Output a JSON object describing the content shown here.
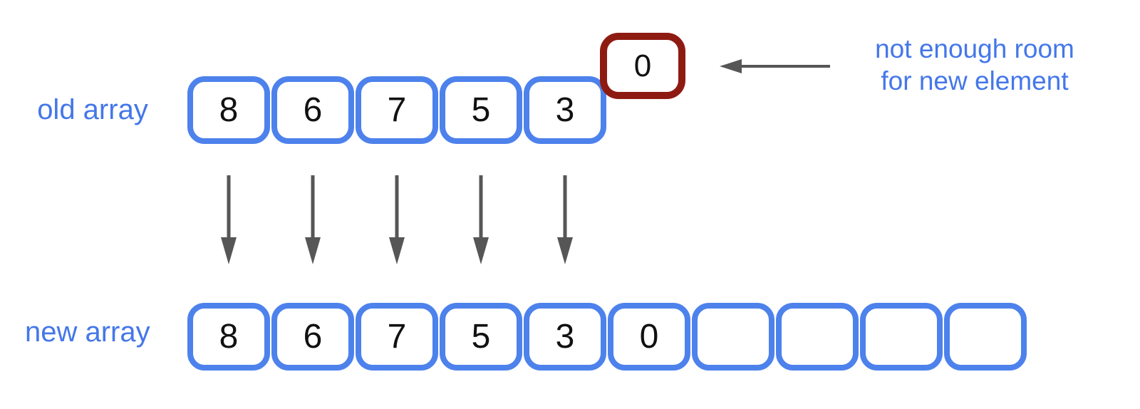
{
  "colors": {
    "blue_border": "#4d82ec",
    "blue_text": "#4477e9",
    "red_border": "#8e1b12",
    "arrow_gray": "#565656",
    "cell_bg": "#ffffff",
    "digit_color": "#111111"
  },
  "old_array": {
    "label": "old array",
    "cells": [
      "8",
      "6",
      "7",
      "5",
      "3"
    ]
  },
  "overflow_cell": {
    "value": "0"
  },
  "annotation": {
    "line1": "not enough room",
    "line2": "for new element"
  },
  "new_array": {
    "label": "new array",
    "cells": [
      "8",
      "6",
      "7",
      "5",
      "3",
      "0",
      "",
      "",
      "",
      ""
    ]
  }
}
